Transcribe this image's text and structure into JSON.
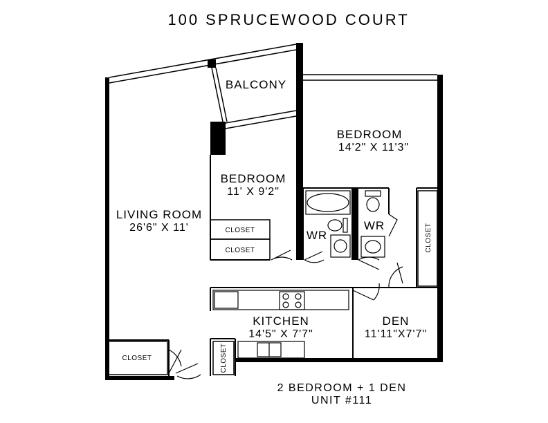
{
  "title": "100 SPRUCEWOOD COURT",
  "rooms": {
    "balcony": {
      "name": "BALCONY"
    },
    "bedroom_master": {
      "name": "BEDROOM",
      "dims": "14'2\" X 11'3\""
    },
    "bedroom_second": {
      "name": "BEDROOM",
      "dims": "11' X 9'2\""
    },
    "living_room": {
      "name": "LIVING ROOM",
      "dims": "26'6\" X 11'"
    },
    "closet_1": {
      "name": "CLOSET"
    },
    "closet_2": {
      "name": "CLOSET"
    },
    "wr_1": {
      "name": "WR"
    },
    "wr_2": {
      "name": "WR"
    },
    "closet_vertical_right": {
      "name": "CLOSET"
    },
    "kitchen": {
      "name": "KITCHEN",
      "dims": "14'5\" X 7'7\""
    },
    "den": {
      "name": "DEN",
      "dims": "11'11\"X7'7\""
    },
    "closet_entry": {
      "name": "CLOSET"
    },
    "closet_vertical_entry": {
      "name": "CLOSET"
    }
  },
  "footer": {
    "line1": "2 BEDROOM + 1 DEN",
    "line2": "UNIT #111"
  }
}
